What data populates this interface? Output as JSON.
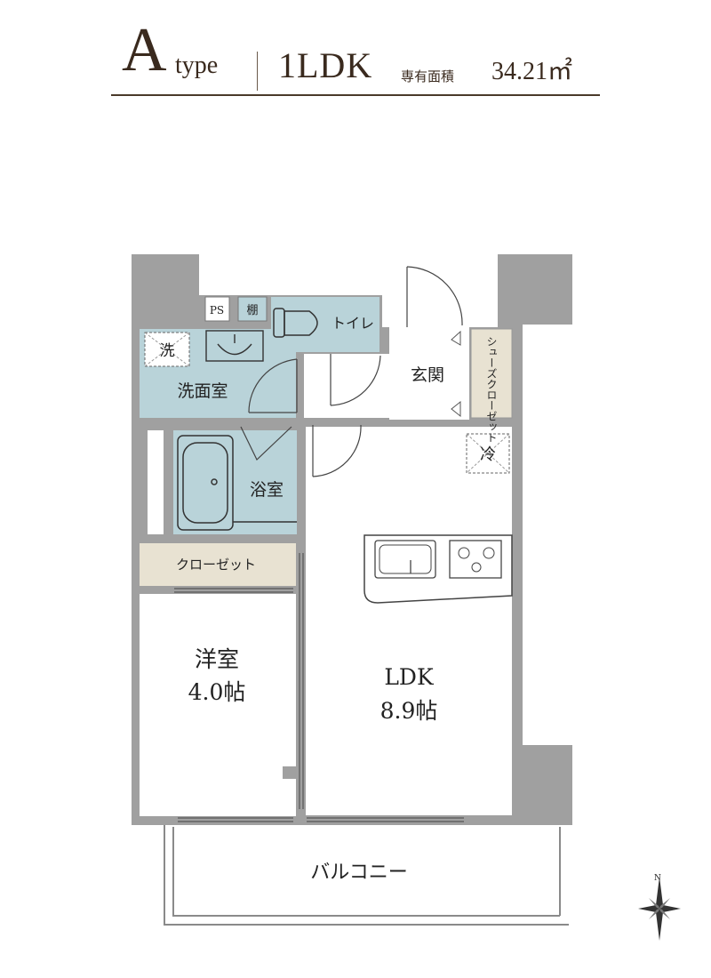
{
  "header": {
    "type_letter": "A",
    "type_word": "type",
    "layout": "1LDK",
    "area_label": "専有面積",
    "area_value": "34.21㎡"
  },
  "rooms": {
    "ps": "PS",
    "shelf": "棚",
    "toilet": "トイレ",
    "washer": "洗",
    "washroom": "洗面室",
    "entrance": "玄関",
    "shoe_closet": "シューズクローゼット",
    "fridge": "冷",
    "bath": "浴室",
    "closet": "クローゼット",
    "western_room_name": "洋室",
    "western_room_size": "4.0帖",
    "ldk_name": "LDK",
    "ldk_size": "8.9帖",
    "balcony": "バルコニー",
    "compass_n": "N"
  },
  "colors": {
    "wall": "#a0a0a0",
    "wet_area": "#b9d3d9",
    "closet": "#e8e2d2",
    "text": "#3a2a1e"
  }
}
